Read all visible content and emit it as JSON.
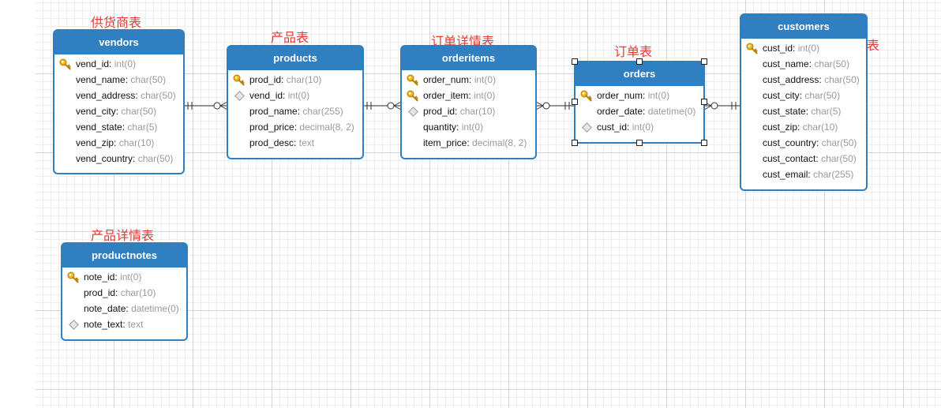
{
  "notes": {
    "vendors": "供货商表",
    "products": "产品表",
    "orderitems": "订单详情表",
    "orders": "订单表",
    "customers": "用户表",
    "productnotes": "产品详情表"
  },
  "colors": {
    "header": "#2f7fc1",
    "border": "#2e7ec0",
    "note_text": "#e53935",
    "type_text": "#999999"
  },
  "relationships": [
    {
      "from": "vendors",
      "to": "products",
      "from_end": "one-and-only-one",
      "to_end": "zero-or-many"
    },
    {
      "from": "products",
      "to": "orderitems",
      "from_end": "one-and-only-one",
      "to_end": "zero-or-many"
    },
    {
      "from": "orderitems",
      "to": "orders",
      "from_end": "zero-or-many",
      "to_end": "one-and-only-one"
    },
    {
      "from": "orders",
      "to": "customers",
      "from_end": "zero-or-many",
      "to_end": "one-and-only-one"
    }
  ],
  "entities": {
    "vendors": {
      "title": "vendors",
      "columns": [
        {
          "name": "vend_id",
          "sep": ":",
          "type": "int(0)",
          "key": "pk"
        },
        {
          "name": "vend_name",
          "sep": ":",
          "type": "char(50)",
          "key": ""
        },
        {
          "name": "vend_address",
          "sep": ":",
          "type": "char(50)",
          "key": ""
        },
        {
          "name": "vend_city",
          "sep": ":",
          "type": "char(50)",
          "key": ""
        },
        {
          "name": "vend_state",
          "sep": ":",
          "type": "char(5)",
          "key": ""
        },
        {
          "name": "vend_zip",
          "sep": ":",
          "type": "char(10)",
          "key": ""
        },
        {
          "name": "vend_country",
          "sep": ":",
          "type": "char(50)",
          "key": ""
        }
      ]
    },
    "products": {
      "title": "products",
      "columns": [
        {
          "name": "prod_id",
          "sep": ":",
          "type": "char(10)",
          "key": "pk"
        },
        {
          "name": "vend_id",
          "sep": ":",
          "type": "int(0)",
          "key": "fk"
        },
        {
          "name": "prod_name",
          "sep": ":",
          "type": "char(255)",
          "key": ""
        },
        {
          "name": "prod_price",
          "sep": ":",
          "type": "decimal(8, 2)",
          "key": ""
        },
        {
          "name": "prod_desc",
          "sep": ":",
          "type": "text",
          "key": ""
        }
      ]
    },
    "orderitems": {
      "title": "orderitems",
      "columns": [
        {
          "name": "order_num",
          "sep": ":",
          "type": "int(0)",
          "key": "pk"
        },
        {
          "name": "order_item",
          "sep": ":",
          "type": "int(0)",
          "key": "pk"
        },
        {
          "name": "prod_id",
          "sep": ":",
          "type": "char(10)",
          "key": "fk"
        },
        {
          "name": "quantity",
          "sep": ":",
          "type": "int(0)",
          "key": ""
        },
        {
          "name": "item_price",
          "sep": ":",
          "type": "decimal(8, 2)",
          "key": ""
        }
      ]
    },
    "orders": {
      "title": "orders",
      "columns": [
        {
          "name": "order_num",
          "sep": ":",
          "type": "int(0)",
          "key": "pk"
        },
        {
          "name": "order_date",
          "sep": ":",
          "type": "datetime(0)",
          "key": ""
        },
        {
          "name": "cust_id",
          "sep": ":",
          "type": "int(0)",
          "key": "fk"
        }
      ]
    },
    "customers": {
      "title": "customers",
      "columns": [
        {
          "name": "cust_id",
          "sep": ":",
          "type": "int(0)",
          "key": "pk"
        },
        {
          "name": "cust_name",
          "sep": ":",
          "type": "char(50)",
          "key": ""
        },
        {
          "name": "cust_address",
          "sep": ":",
          "type": "char(50)",
          "key": ""
        },
        {
          "name": "cust_city",
          "sep": ":",
          "type": "char(50)",
          "key": ""
        },
        {
          "name": "cust_state",
          "sep": ":",
          "type": "char(5)",
          "key": ""
        },
        {
          "name": "cust_zip",
          "sep": ":",
          "type": "char(10)",
          "key": ""
        },
        {
          "name": "cust_country",
          "sep": ":",
          "type": "char(50)",
          "key": ""
        },
        {
          "name": "cust_contact",
          "sep": ":",
          "type": "char(50)",
          "key": ""
        },
        {
          "name": "cust_email",
          "sep": ":",
          "type": "char(255)",
          "key": ""
        }
      ]
    },
    "productnotes": {
      "title": "productnotes",
      "columns": [
        {
          "name": "note_id",
          "sep": ":",
          "type": "int(0)",
          "key": "pk"
        },
        {
          "name": "prod_id",
          "sep": ":",
          "type": "char(10)",
          "key": ""
        },
        {
          "name": "note_date",
          "sep": ":",
          "type": "datetime(0)",
          "key": ""
        },
        {
          "name": "note_text",
          "sep": ":",
          "type": "text",
          "key": "fk"
        }
      ]
    }
  }
}
